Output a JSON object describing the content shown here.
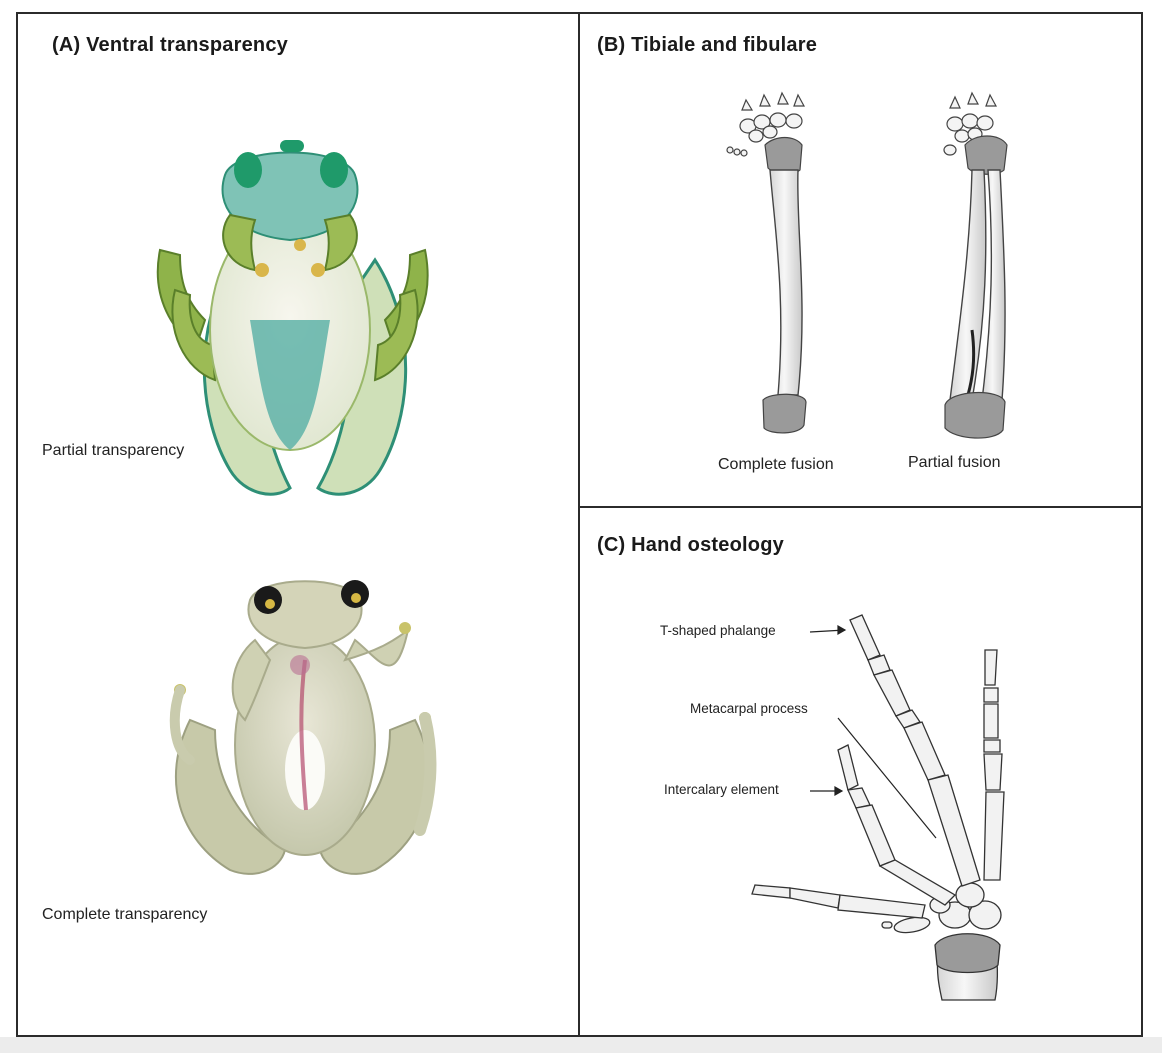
{
  "panels": {
    "a": {
      "title": "(A) Ventral transparency",
      "caption_top": "Partial transparency",
      "caption_bottom": "Complete transparency"
    },
    "b": {
      "title": "(B) Tibiale and fibulare",
      "caption_left": "Complete fusion",
      "caption_right": "Partial fusion"
    },
    "c": {
      "title": "(C) Hand osteology",
      "labels": {
        "t_shaped": "T-shaped phalange",
        "metacarpal": "Metacarpal process",
        "intercalary": "Intercalary element"
      }
    }
  },
  "colors": {
    "frame": "#2b2b2b",
    "frog_green": "#7fb23a",
    "frog_teal": "#3fa89a",
    "bone_fill": "#f2f2f2",
    "bone_shade": "#8f8f8f"
  }
}
